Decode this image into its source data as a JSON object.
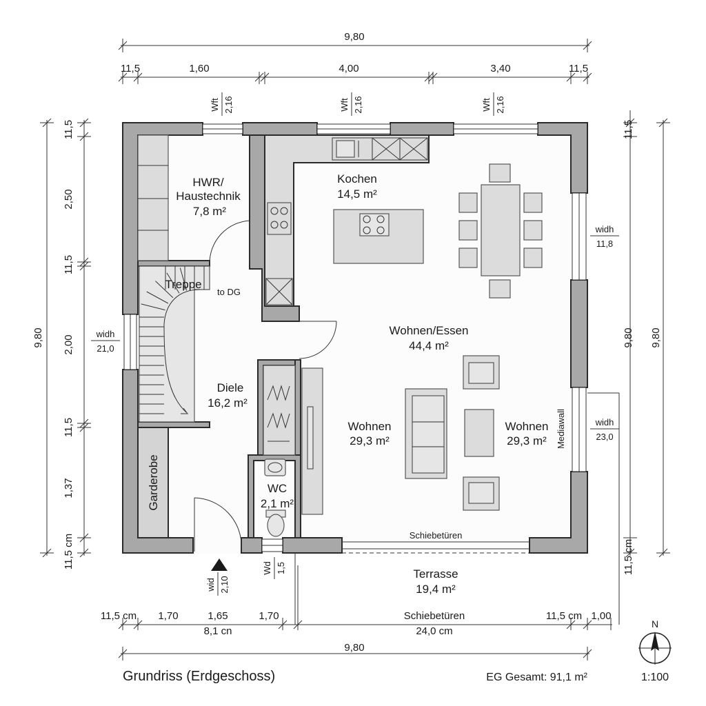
{
  "title": "Grundriss (Erdgeschoss)",
  "total": "EG Gesamt: 91,1 m²",
  "scale": "1:100",
  "north": "N",
  "rooms": {
    "hwr_name_1": "HWR/",
    "hwr_name_2": "Haustechnik",
    "hwr_area": "7,8 m²",
    "treppe": "Treppe",
    "to_dg": "to DG",
    "kochen": "Kochen",
    "kochen_area": "14,5 m²",
    "wohnen_essen": "Wohnen/Essen",
    "wohnen_essen_area": "44,4 m²",
    "diele": "Diele",
    "diele_area": "16,2 m²",
    "wohnen_left": "Wohnen",
    "wohnen_left_area": "29,3 m²",
    "wohnen_right": "Wohnen",
    "wohnen_right_area": "29,3 m²",
    "mediawall": "Mediawall",
    "garderobe": "Garderobe",
    "wc": "WC",
    "wc_area": "2,1 m²",
    "schiebetueren": "Schiebetüren",
    "terrasse": "Terrasse",
    "terrasse_area": "19,4 m²"
  },
  "windows": {
    "top_1_a": "Wft",
    "top_1_b": "2,16",
    "top_2_a": "Wft",
    "top_2_b": "2,16",
    "top_3_a": "Wft",
    "top_3_b": "2,16",
    "right_1_a": "widh",
    "right_1_b": "11,8",
    "right_2_a": "widh",
    "right_2_b": "23,0",
    "left_1_a": "widh",
    "left_1_b": "21,0",
    "entry_a": "wid",
    "entry_b": "2,10",
    "wc_a": "Wd",
    "wc_b": "1,5"
  },
  "dims": {
    "top_total": "9,80",
    "top_a": "11,5",
    "top_b": "1,60",
    "top_c": "4,00",
    "top_d": "3,40",
    "top_e": "11,5",
    "left_total": "9,80",
    "left_a": "11,5",
    "left_b": "2,50",
    "left_c": "11,5",
    "left_d": "2,00",
    "left_e": "11,5",
    "left_f": "1,37",
    "left_g": "11,5 cm",
    "right_inner_total": "9,80",
    "right_outer_total": "9,80",
    "right_a": "11,5",
    "right_b": "11,5 cm",
    "bottom_a": "11,5 cm",
    "bottom_b": "1,70",
    "bottom_c": "1,65",
    "bottom_d": "1,70",
    "bottom_e": "Schiebetüren",
    "bottom_f": "11,5 cm",
    "bottom_g": "1,00",
    "bottom_sub_1": "8,1 cn",
    "bottom_sub_2": "24,0 cm",
    "bottom_total": "9,80"
  }
}
